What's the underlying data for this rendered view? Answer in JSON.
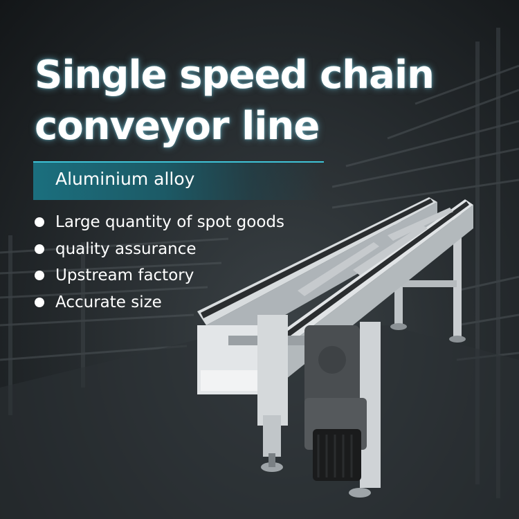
{
  "title": {
    "line1": "Single speed chain",
    "line2": "conveyor line"
  },
  "subtitle": "Aluminium alloy",
  "features": [
    "Large quantity of spot goods",
    "quality assurance",
    "Upstream factory",
    "Accurate size"
  ],
  "colors": {
    "accent": "#3fc4d8",
    "band": "#1b6f7e",
    "text": "#ffffff"
  }
}
